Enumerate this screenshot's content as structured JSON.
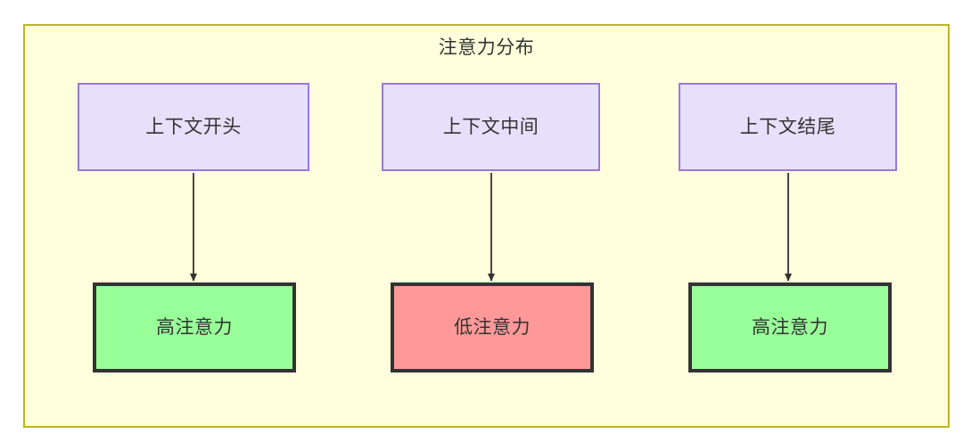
{
  "diagram": {
    "title": "注意力分布",
    "colors": {
      "container_fill": "#ffffdd",
      "container_border": "#bdb428",
      "top_node_fill": "#e6e0fa",
      "top_node_border": "#9a78d8",
      "high_attention_fill": "#99ff99",
      "low_attention_fill": "#ff9999",
      "node_border": "#333333",
      "edge": "#333333",
      "text": "#333333"
    },
    "top_nodes": [
      {
        "label": "上下文开头"
      },
      {
        "label": "上下文中间"
      },
      {
        "label": "上下文结尾"
      }
    ],
    "bottom_nodes": [
      {
        "label": "高注意力",
        "level": "high"
      },
      {
        "label": "低注意力",
        "level": "low"
      },
      {
        "label": "高注意力",
        "level": "high"
      }
    ],
    "edges": [
      {
        "from": "上下文开头",
        "to": "高注意力"
      },
      {
        "from": "上下文中间",
        "to": "低注意力"
      },
      {
        "from": "上下文结尾",
        "to": "高注意力"
      }
    ]
  }
}
